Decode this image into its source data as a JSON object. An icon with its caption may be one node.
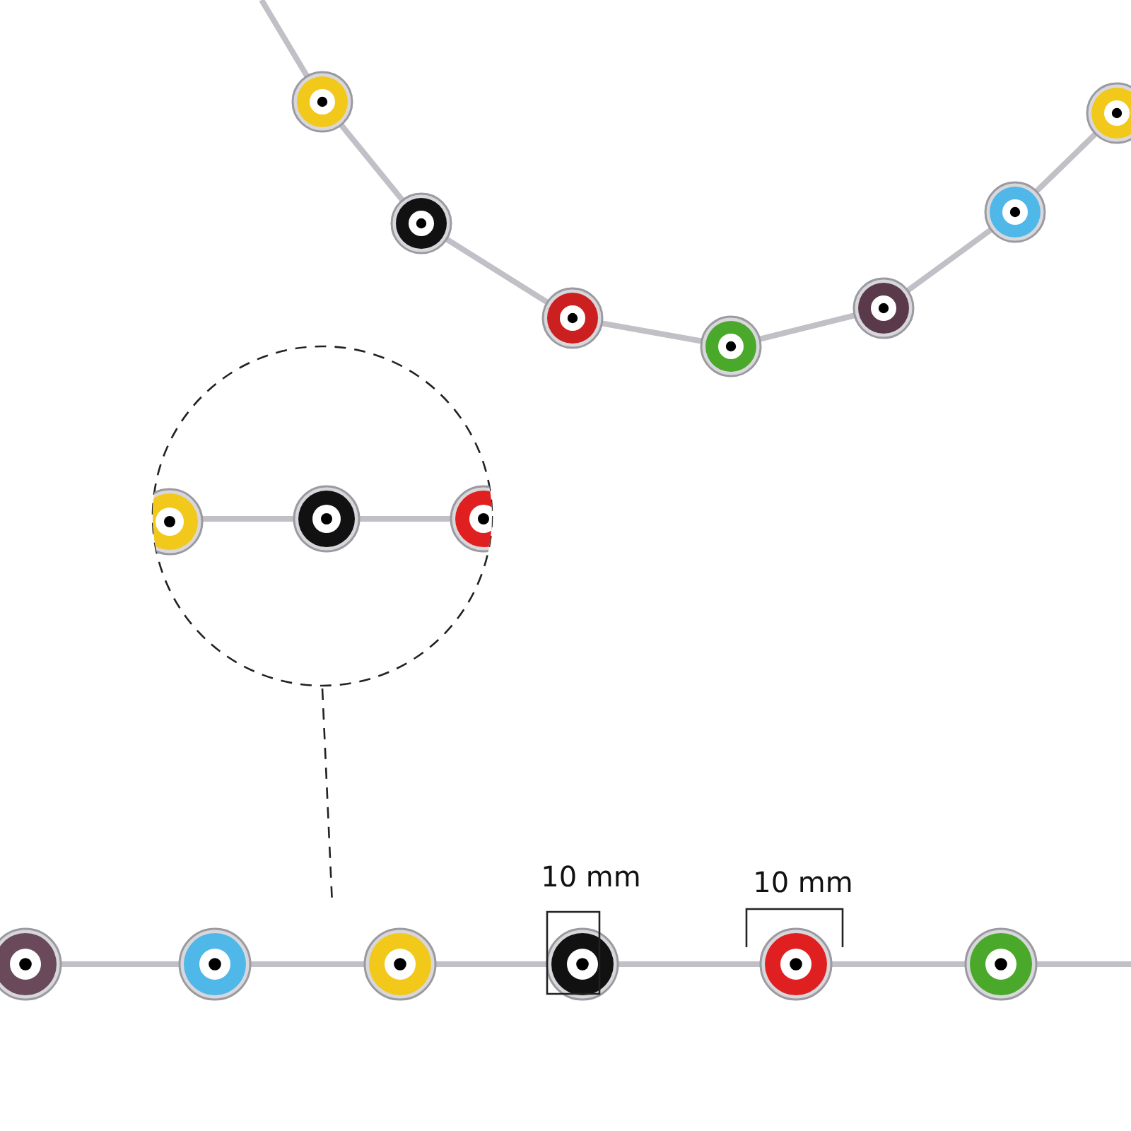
{
  "diagram": {
    "nodes": [
      {
        "text": [],
        "shape": "circle"
      },
      {
        "text": [],
        "shape": "picture"
      }
    ],
    "edges": [
      {
        "from": 0,
        "to": 1,
        "arrow": "none",
        "style": "dashed"
      }
    ],
    "labels": [
      "10 mm",
      "10 mm"
    ]
  }
}
